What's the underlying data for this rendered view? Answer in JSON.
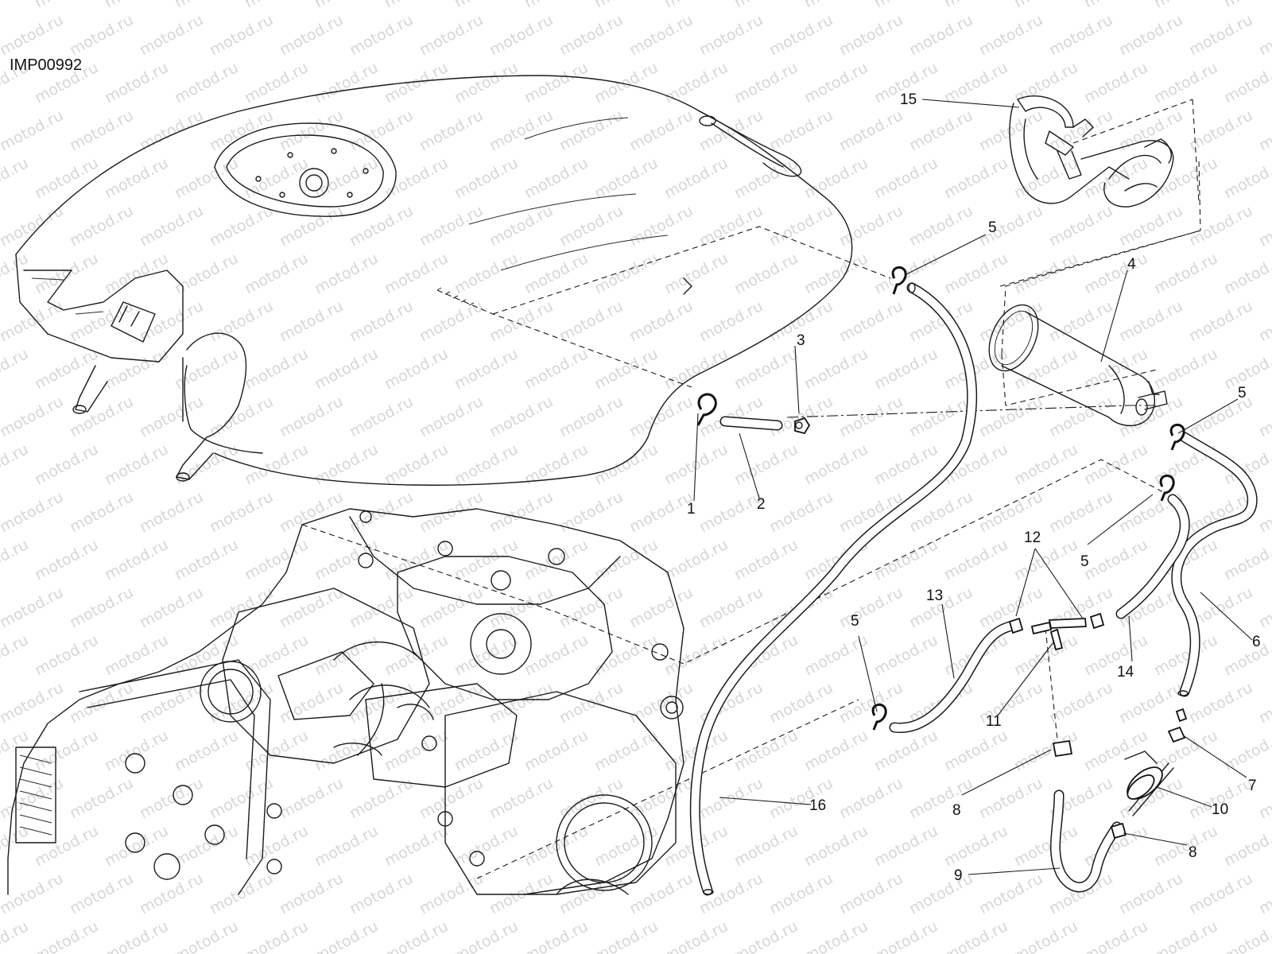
{
  "drawing_code": "IMP00992",
  "watermark_text": "motod.ru",
  "callouts": {
    "c1": "1",
    "c2": "2",
    "c3": "3",
    "c4": "4",
    "c5a": "5",
    "c5b": "5",
    "c5c": "5",
    "c5d": "5",
    "c6": "6",
    "c7": "7",
    "c8a": "8",
    "c8b": "8",
    "c9": "9",
    "c10": "10",
    "c11": "11",
    "c12": "12",
    "c13": "13",
    "c14": "14",
    "c15": "15",
    "c16": "16"
  },
  "colors": {
    "ink": "#1a1a1a",
    "watermark": "#d6d6d6",
    "background": "#ffffff"
  }
}
